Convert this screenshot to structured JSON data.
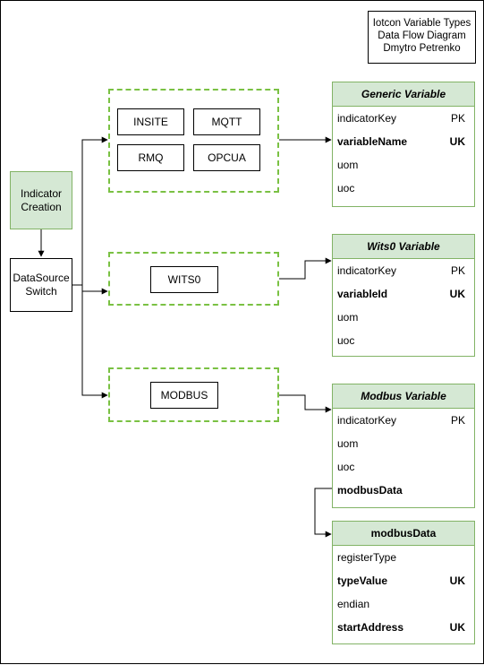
{
  "legend": {
    "line1": "Iotcon Variable Types",
    "line2": "Data Flow Diagram",
    "line3": "Dmytro Petrenko"
  },
  "indicator_creation": {
    "line1": "Indicator",
    "line2": "Creation"
  },
  "datasource_switch": {
    "line1": "DataSource",
    "line2": "Switch"
  },
  "groups": {
    "generic_sources": [
      "INSITE",
      "MQTT",
      "RMQ",
      "OPCUA"
    ],
    "wits0_source": "WITS0",
    "modbus_source": "MODBUS"
  },
  "entities": {
    "generic": {
      "title": "Generic Variable",
      "rows": [
        {
          "name": "indicatorKey",
          "key": "PK",
          "bold": false
        },
        {
          "name": "variableName",
          "key": "UK",
          "bold": true
        },
        {
          "name": "uom",
          "key": "",
          "bold": false
        },
        {
          "name": "uoc",
          "key": "",
          "bold": false
        }
      ]
    },
    "wits0": {
      "title": "Wits0 Variable",
      "rows": [
        {
          "name": "indicatorKey",
          "key": "PK",
          "bold": false
        },
        {
          "name": "variableId",
          "key": "UK",
          "bold": true
        },
        {
          "name": "uom",
          "key": "",
          "bold": false
        },
        {
          "name": "uoc",
          "key": "",
          "bold": false
        }
      ]
    },
    "modbus": {
      "title": "Modbus Variable",
      "rows": [
        {
          "name": "indicatorKey",
          "key": "PK",
          "bold": false
        },
        {
          "name": "uom",
          "key": "",
          "bold": false
        },
        {
          "name": "uoc",
          "key": "",
          "bold": false
        },
        {
          "name": "modbusData",
          "key": "",
          "bold": true
        }
      ]
    },
    "modbus_data": {
      "title": "modbusData",
      "rows": [
        {
          "name": "registerType",
          "key": "",
          "bold": false
        },
        {
          "name": "typeValue",
          "key": "UK",
          "bold": true
        },
        {
          "name": "endian",
          "key": "",
          "bold": false
        },
        {
          "name": "startAddress",
          "key": "UK",
          "bold": true
        }
      ]
    }
  },
  "colors": {
    "entity_fill": "#d5e8d4",
    "entity_stroke": "#82b366",
    "group_dash": "#7ac143"
  }
}
